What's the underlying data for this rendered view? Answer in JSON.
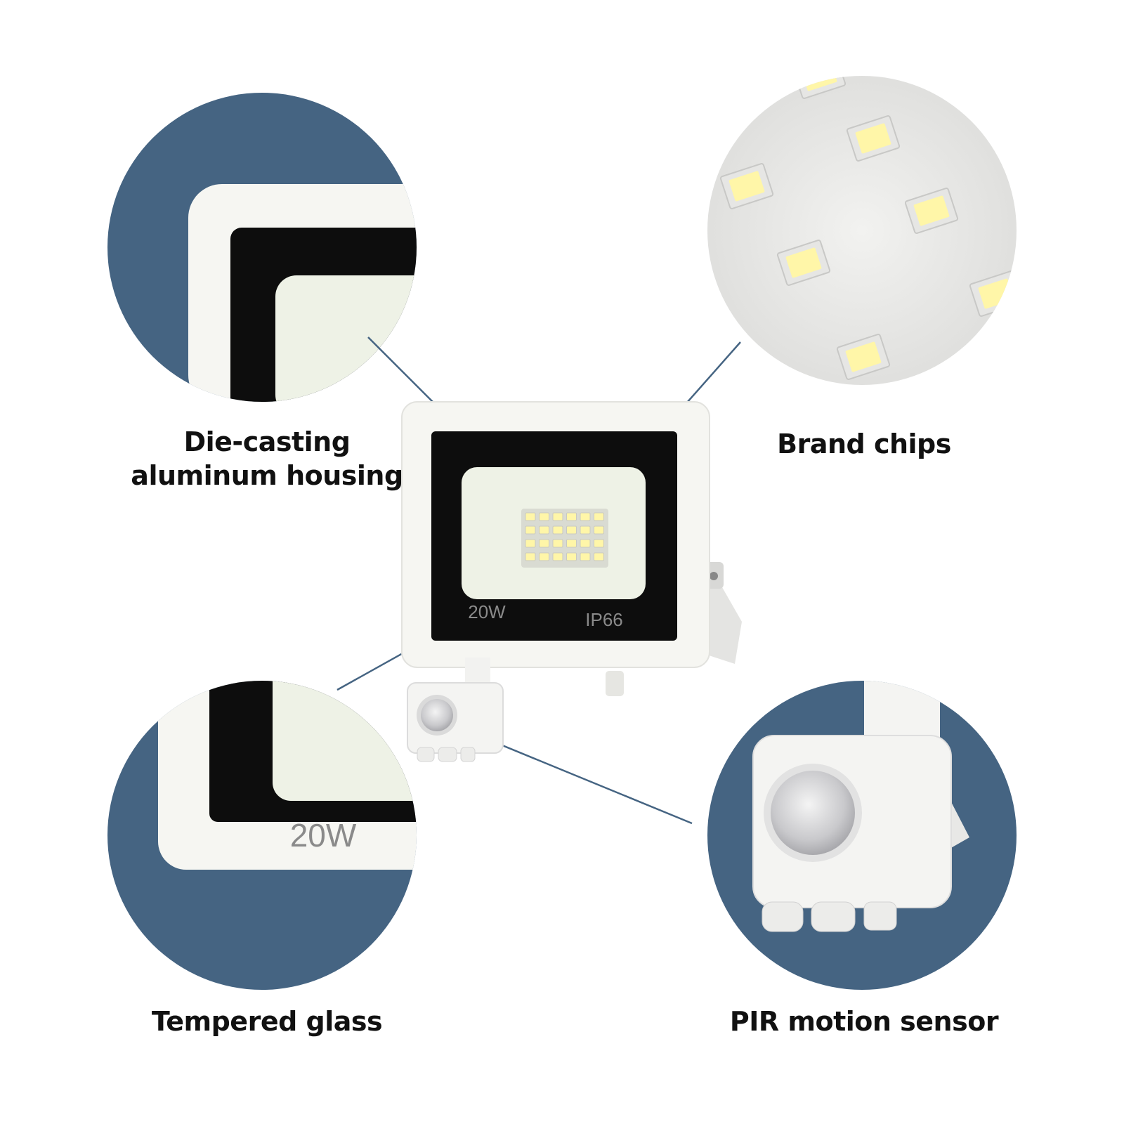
{
  "colors": {
    "circle_bg": "#456482",
    "leader_line": "#456482",
    "housing_white": "#f6f6f2",
    "glass_black": "#0d0d0d",
    "led_panel": "#eef2e6",
    "chip_yellow": "#fff6a8"
  },
  "callouts": {
    "housing": {
      "lines": [
        "Die-casting",
        "aluminum housing"
      ]
    },
    "chips": {
      "lines": [
        "Brand chips"
      ]
    },
    "glass": {
      "lines": [
        "Tempered glass"
      ]
    },
    "sensor": {
      "lines": [
        "PIR motion sensor"
      ]
    }
  },
  "product": {
    "wattage_label": "20W",
    "ip_rating_label": "IP66"
  },
  "zoom_glass": {
    "wattage_label": "20W"
  },
  "icons": [
    "die-cast-frame-zoom",
    "led-chip-zoom",
    "glass-zoom",
    "pir-sensor-zoom",
    "flood-light-product"
  ]
}
